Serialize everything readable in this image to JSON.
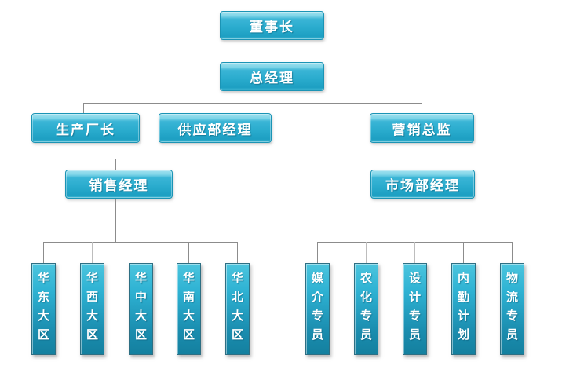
{
  "diagram": {
    "type": "org-chart",
    "colors": {
      "node_fill_accent": "#2aaccd",
      "node_border": "#1b94b5",
      "vertical_node_border": "#2e6f83",
      "connector_line": "#8c8c8c",
      "connector_line_light": "#bdbdbd",
      "text": "#ffffff",
      "background": "#ffffff"
    },
    "nodes": {
      "chairman": {
        "label": "董事长"
      },
      "general_manager": {
        "label": "总经理"
      },
      "production_director": {
        "label": "生产厂长"
      },
      "supply_dept_manager": {
        "label": "供应部经理"
      },
      "marketing_director": {
        "label": "营销总监"
      },
      "sales_manager": {
        "label": "销售经理"
      },
      "market_dept_manager": {
        "label": "市场部经理"
      },
      "sales_regions": [
        {
          "label": "华东大区"
        },
        {
          "label": "华西大区"
        },
        {
          "label": "华中大区"
        },
        {
          "label": "华南大区"
        },
        {
          "label": "华北大区"
        }
      ],
      "marketing_specialists": [
        {
          "label": "媒介专员"
        },
        {
          "label": "农化专员"
        },
        {
          "label": "设计专员"
        },
        {
          "label": "内勤计划"
        },
        {
          "label": "物流专员"
        }
      ]
    },
    "edges": [
      {
        "from": "chairman",
        "to": "general_manager"
      },
      {
        "from": "general_manager",
        "to": "production_director"
      },
      {
        "from": "general_manager",
        "to": "supply_dept_manager"
      },
      {
        "from": "general_manager",
        "to": "marketing_director"
      },
      {
        "from": "marketing_director",
        "to": "sales_manager"
      },
      {
        "from": "marketing_director",
        "to": "market_dept_manager"
      },
      {
        "from": "sales_manager",
        "to": "sales_regions"
      },
      {
        "from": "market_dept_manager",
        "to": "marketing_specialists"
      }
    ]
  }
}
